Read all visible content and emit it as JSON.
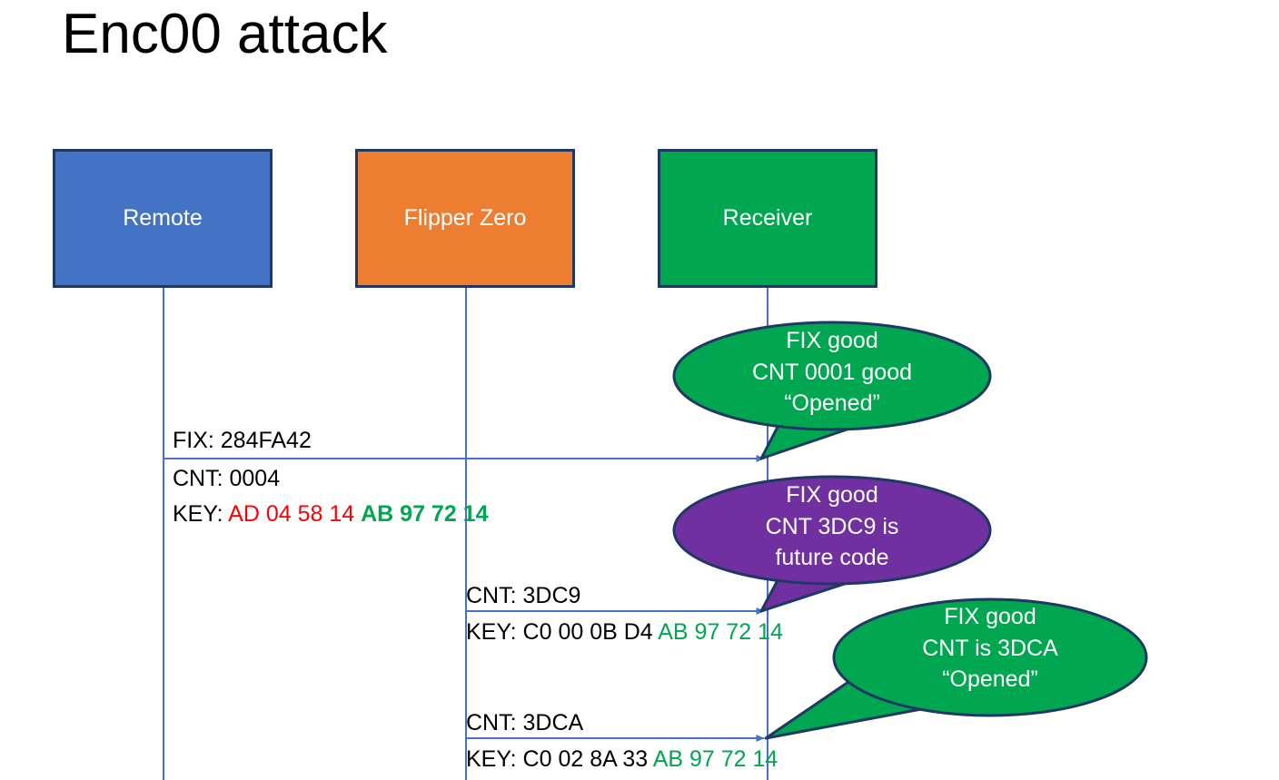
{
  "slide": {
    "title": "Enc00 attack",
    "background": "#FFFFFF"
  },
  "colors": {
    "remote_blue": "#4472C4",
    "flipper_orange": "#ED7D31",
    "receiver_green": "#00A650",
    "callout_purple": "#7030A0",
    "border_navy": "#1F3864",
    "line_blue": "#4472C4",
    "key_red": "#FF0000",
    "key_green": "#00A650",
    "text_black": "#000000",
    "text_white": "#FFFFFF"
  },
  "actors": [
    {
      "id": "remote",
      "label": "Remote",
      "color": "#4472C4"
    },
    {
      "id": "flipper",
      "label": "Flipper Zero",
      "color": "#ED7D31"
    },
    {
      "id": "receiver",
      "label": "Receiver",
      "color": "#00A650"
    }
  ],
  "messages": [
    {
      "id": "msg1",
      "from": "remote",
      "to": "receiver",
      "fix_label": "FIX: 284FA42",
      "cnt_label": "CNT: 0004",
      "key_prefix": "KEY: ",
      "key_first": "AD 04 58 14",
      "key_second": "AB 97 72 14"
    },
    {
      "id": "msg2",
      "from": "flipper",
      "to": "receiver",
      "cnt_label": "CNT: 3DC9",
      "key_prefix": "KEY: C0 00 0B D4 ",
      "key_second": "AB 97 72 14"
    },
    {
      "id": "msg3",
      "from": "flipper",
      "to": "receiver",
      "cnt_label": "CNT: 3DCA",
      "key_prefix": "KEY: C0 02 8A 33 ",
      "key_second": "AB 97 72 14"
    }
  ],
  "callouts": [
    {
      "id": "callout1",
      "color": "#00A650",
      "line1": "FIX good",
      "line2": "CNT 0001 good",
      "line3": "“Opened”"
    },
    {
      "id": "callout2",
      "color": "#7030A0",
      "line1": "FIX good",
      "line2": "CNT 3DC9 is",
      "line3": "future code"
    },
    {
      "id": "callout3",
      "color": "#00A650",
      "line1": "FIX good",
      "line2": "CNT is 3DCA",
      "line3": "“Opened”"
    }
  ]
}
